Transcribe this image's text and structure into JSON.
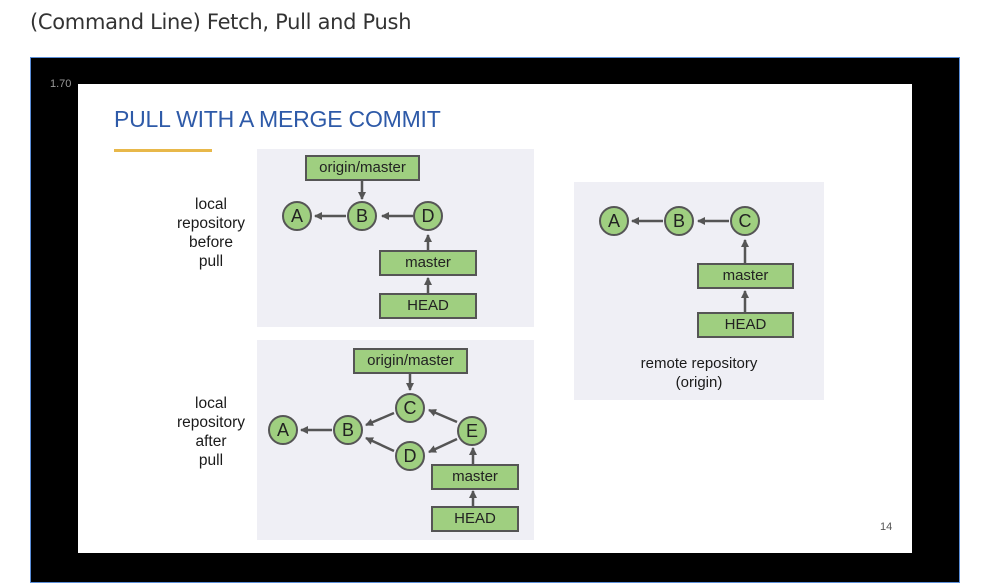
{
  "page": {
    "title": "(Command Line) Fetch, Pull and Push"
  },
  "player": {
    "speed_label": "1.70"
  },
  "slide": {
    "title": "PULL WITH A MERGE COMMIT",
    "number": "14",
    "colors": {
      "title": "#2e5aa8",
      "underline": "#e8b84a",
      "node_fill": "#9fcf80",
      "panel": "#efeff5",
      "frame": "#000000"
    }
  },
  "diagram": {
    "local_before": {
      "label": "local\nrepository\nbefore\npull",
      "commits": [
        "A",
        "B",
        "D"
      ],
      "remote_ref": "origin/master",
      "branch": "master",
      "head": "HEAD"
    },
    "local_after": {
      "label": "local\nrepository\nafter\npull",
      "commits": [
        "A",
        "B",
        "C",
        "D",
        "E"
      ],
      "remote_ref": "origin/master",
      "branch": "master",
      "head": "HEAD"
    },
    "remote": {
      "caption": "remote repository\n(origin)",
      "commits": [
        "A",
        "B",
        "C"
      ],
      "branch": "master",
      "head": "HEAD"
    }
  }
}
